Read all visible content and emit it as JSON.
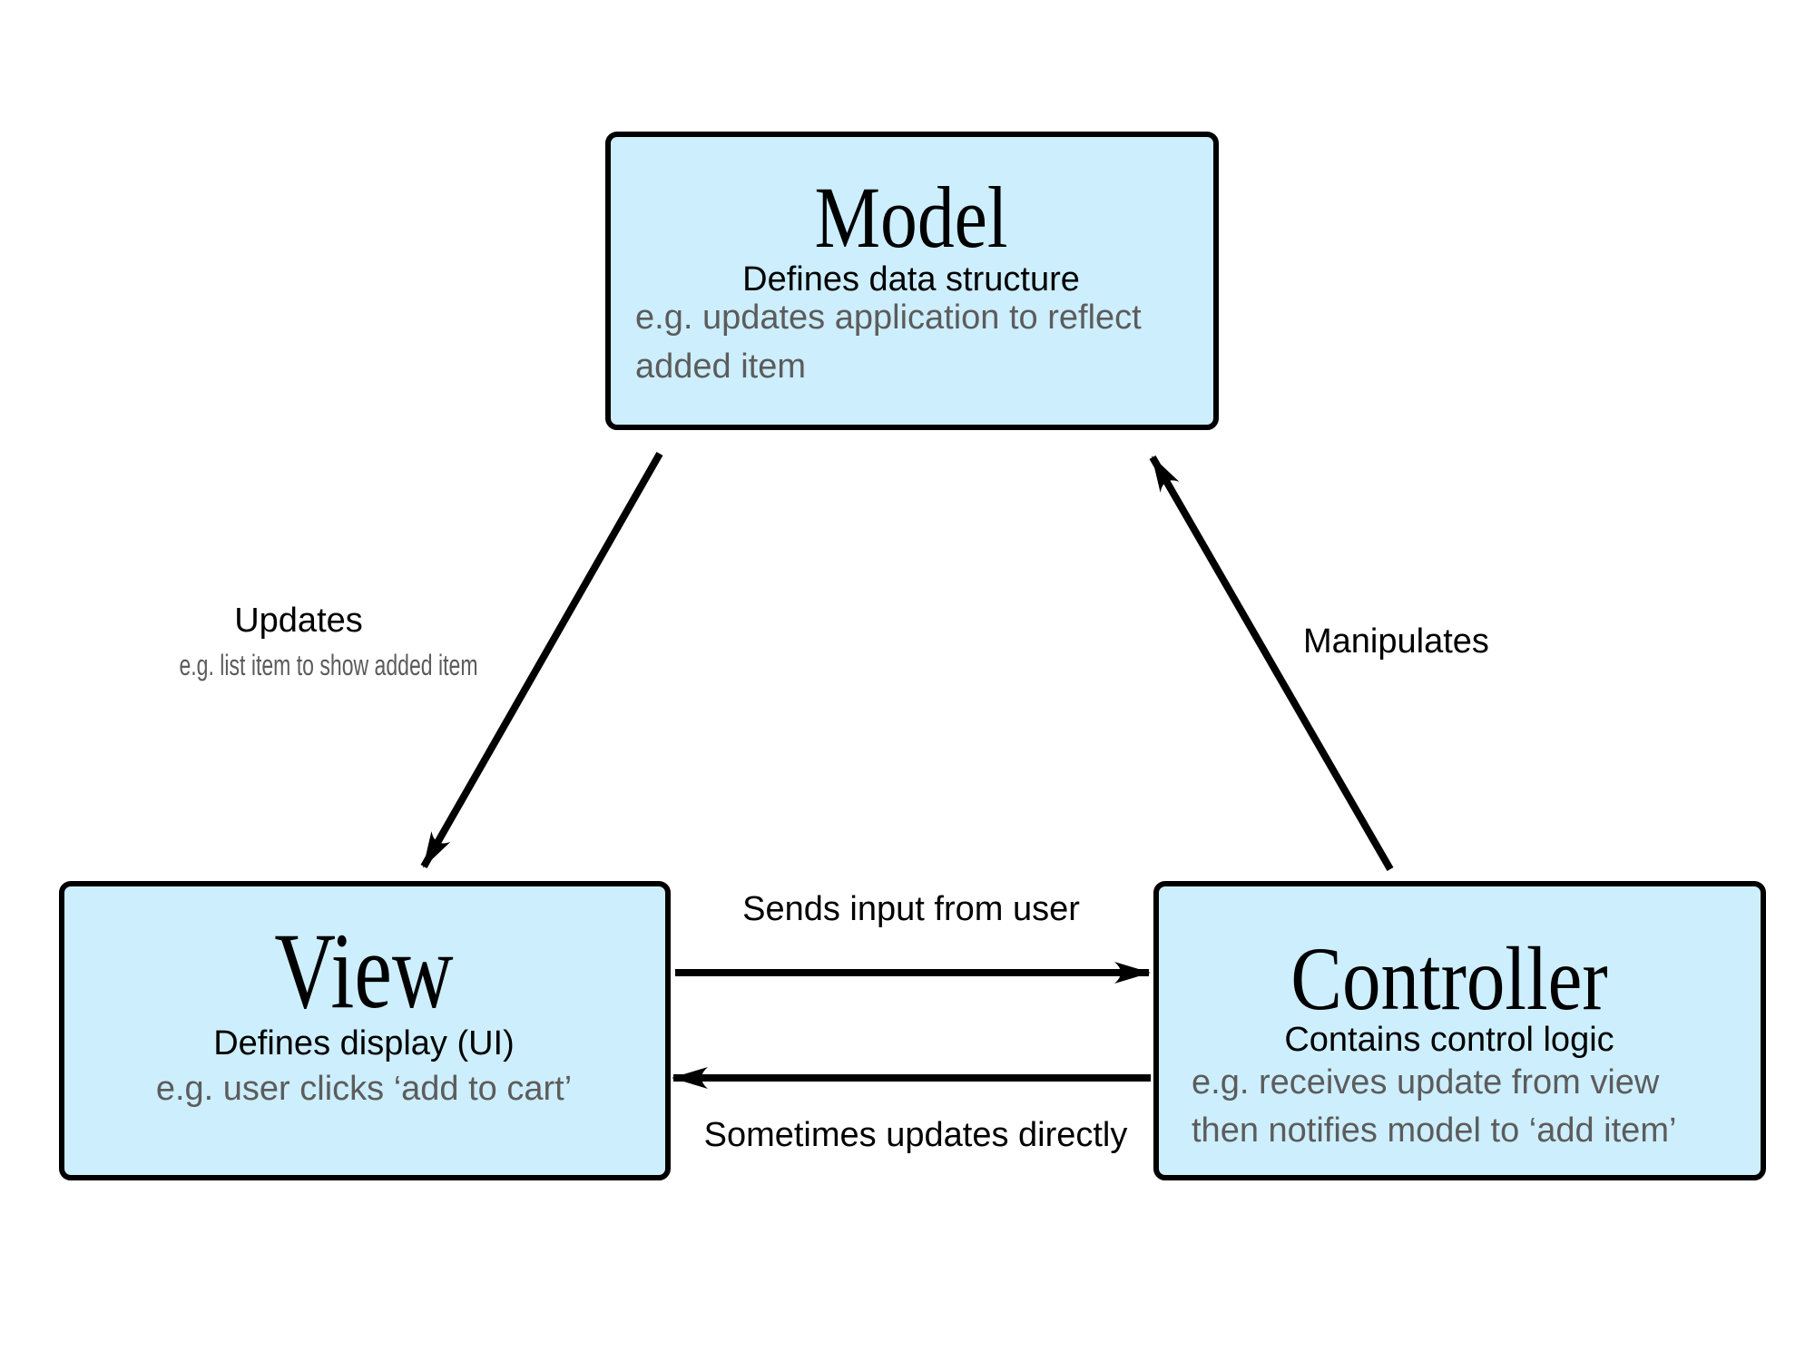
{
  "colors": {
    "box_fill": "#cdeefd",
    "border": "#000000",
    "example_text": "#5c5c5c"
  },
  "model": {
    "title": "Model",
    "subtitle": "Defines data structure",
    "example_lines": [
      "e.g. updates application to reflect",
      "added item"
    ]
  },
  "view": {
    "title": "View",
    "subtitle": "Defines display (UI)",
    "example_lines": [
      "e.g. user clicks ‘add to cart’"
    ]
  },
  "controller": {
    "title": "Controller",
    "subtitle": "Contains control logic",
    "example_lines": [
      "e.g. receives update from view",
      "then notifies model to ‘add item’"
    ]
  },
  "edges": {
    "model_to_view": {
      "label": "Updates",
      "example": "e.g. list item to show added item"
    },
    "controller_to_model": {
      "label": "Manipulates"
    },
    "view_to_controller": {
      "label": "Sends input from user"
    },
    "controller_to_view": {
      "label": "Sometimes updates directly"
    }
  }
}
